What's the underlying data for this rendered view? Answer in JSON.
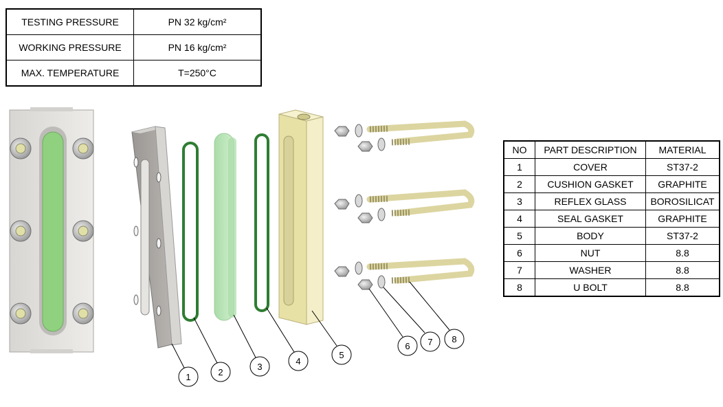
{
  "specs": [
    {
      "label": "TESTING PRESSURE",
      "value": "PN 32 kg/cm²"
    },
    {
      "label": "WORKING PRESSURE",
      "value": "PN 16 kg/cm²"
    },
    {
      "label": "MAX. TEMPERATURE",
      "value": "T=250°C"
    }
  ],
  "parts": {
    "headers": {
      "no": "NO",
      "desc": "PART DESCRIPTION",
      "mat": "MATERIAL"
    },
    "rows": [
      {
        "no": "1",
        "desc": "COVER",
        "mat": "ST37-2"
      },
      {
        "no": "2",
        "desc": "CUSHION GASKET",
        "mat": "GRAPHITE"
      },
      {
        "no": "3",
        "desc": "REFLEX GLASS",
        "mat": "BOROSILICAT"
      },
      {
        "no": "4",
        "desc": "SEAL GASKET",
        "mat": "GRAPHITE"
      },
      {
        "no": "5",
        "desc": "BODY",
        "mat": "ST37-2"
      },
      {
        "no": "6",
        "desc": "NUT",
        "mat": "8.8"
      },
      {
        "no": "7",
        "desc": "WASHER",
        "mat": "8.8"
      },
      {
        "no": "8",
        "desc": "U BOLT",
        "mat": "8.8"
      }
    ]
  },
  "callouts": [
    "1",
    "2",
    "3",
    "4",
    "5",
    "6",
    "7",
    "8"
  ],
  "colors": {
    "glass": "#8fd17f",
    "gasket": "#2e7d32",
    "body": "#f0eab4",
    "cover": "#c9c6c2",
    "bolt": "#ece6b8"
  }
}
